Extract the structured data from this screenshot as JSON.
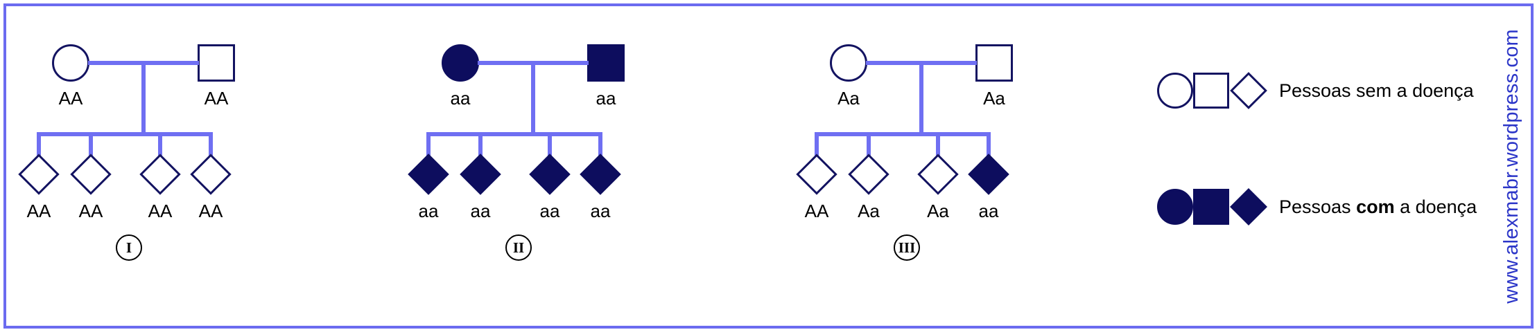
{
  "diagram": {
    "title_text": "",
    "colors": {
      "border": "#6b6bf0",
      "connector": "#6f6ff2",
      "shape_outline": "#131361",
      "affected_fill": "#0d0d5e",
      "watermark": "#2b35c8",
      "label_text": "#000000"
    },
    "pedigrees": [
      {
        "generation_label": "I",
        "parents": [
          {
            "sex": "female",
            "shape": "circle",
            "affected": false,
            "genotype": "AA"
          },
          {
            "sex": "male",
            "shape": "square",
            "affected": false,
            "genotype": "AA"
          }
        ],
        "children": [
          {
            "shape": "diamond",
            "affected": false,
            "genotype": "AA"
          },
          {
            "shape": "diamond",
            "affected": false,
            "genotype": "AA"
          },
          {
            "shape": "diamond",
            "affected": false,
            "genotype": "AA"
          },
          {
            "shape": "diamond",
            "affected": false,
            "genotype": "AA"
          }
        ]
      },
      {
        "generation_label": "II",
        "parents": [
          {
            "sex": "female",
            "shape": "circle",
            "affected": true,
            "genotype": "aa"
          },
          {
            "sex": "male",
            "shape": "square",
            "affected": true,
            "genotype": "aa"
          }
        ],
        "children": [
          {
            "shape": "diamond",
            "affected": true,
            "genotype": "aa"
          },
          {
            "shape": "diamond",
            "affected": true,
            "genotype": "aa"
          },
          {
            "shape": "diamond",
            "affected": true,
            "genotype": "aa"
          },
          {
            "shape": "diamond",
            "affected": true,
            "genotype": "aa"
          }
        ]
      },
      {
        "generation_label": "III",
        "parents": [
          {
            "sex": "female",
            "shape": "circle",
            "affected": false,
            "genotype": "Aa"
          },
          {
            "sex": "male",
            "shape": "square",
            "affected": false,
            "genotype": "Aa"
          }
        ],
        "children": [
          {
            "shape": "diamond",
            "affected": false,
            "genotype": "AA"
          },
          {
            "shape": "diamond",
            "affected": false,
            "genotype": "Aa"
          },
          {
            "shape": "diamond",
            "affected": false,
            "genotype": "Aa"
          },
          {
            "shape": "diamond",
            "affected": true,
            "genotype": "aa"
          }
        ]
      }
    ],
    "legend": {
      "rows": [
        {
          "affected": false,
          "text_prefix": "Pessoas ",
          "text_emphasis": "sem",
          "text_suffix": " a doença",
          "full_text": "Pessoas sem a doença",
          "emphasis_bold": false
        },
        {
          "affected": true,
          "text_prefix": "Pessoas ",
          "text_emphasis": "com",
          "text_suffix": " a doença",
          "full_text": "Pessoas com a doença",
          "emphasis_bold": true
        }
      ]
    },
    "watermark": "www.alexmabr.wordpress.com"
  }
}
